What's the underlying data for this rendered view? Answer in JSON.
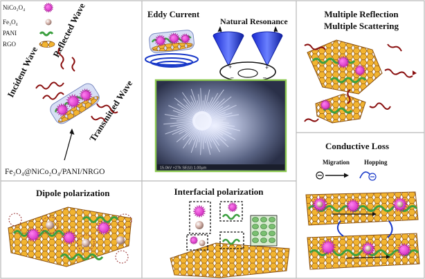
{
  "legend": {
    "nico": "NiCo₂O₄",
    "fe": "Fe₃O₄",
    "pani": "PANI",
    "rgo": "RGO"
  },
  "waves": {
    "incident": "Incident Wave",
    "reflected": "Reflected Wave",
    "transmitted": "Transmitted Wave",
    "composite": "Fe₃O₄@NiCo₂O₄/PANI/NRGO"
  },
  "top_center": {
    "eddy": "Eddy Current",
    "natural": "Natural Resonance"
  },
  "sem": {
    "info": "15.0kV   ×27k   SE(U)   1.00µm"
  },
  "top_right": {
    "line1": "Multiple Reflection",
    "line2": "Multiple Scattering"
  },
  "conductive": {
    "title": "Conductive Loss",
    "migration": "Migration",
    "hopping": "Hopping"
  },
  "dipole": {
    "title": "Dipole polarization"
  },
  "interfacial": {
    "title": "Interfacial polarization"
  },
  "colors": {
    "nico": "#e020c8",
    "fe": "#c8a8a0",
    "pani": "#3ca040",
    "rgo": "#e8a020",
    "wave": "#8a1010",
    "border": "#b8b8b8",
    "sem_border": "#8cc850"
  }
}
